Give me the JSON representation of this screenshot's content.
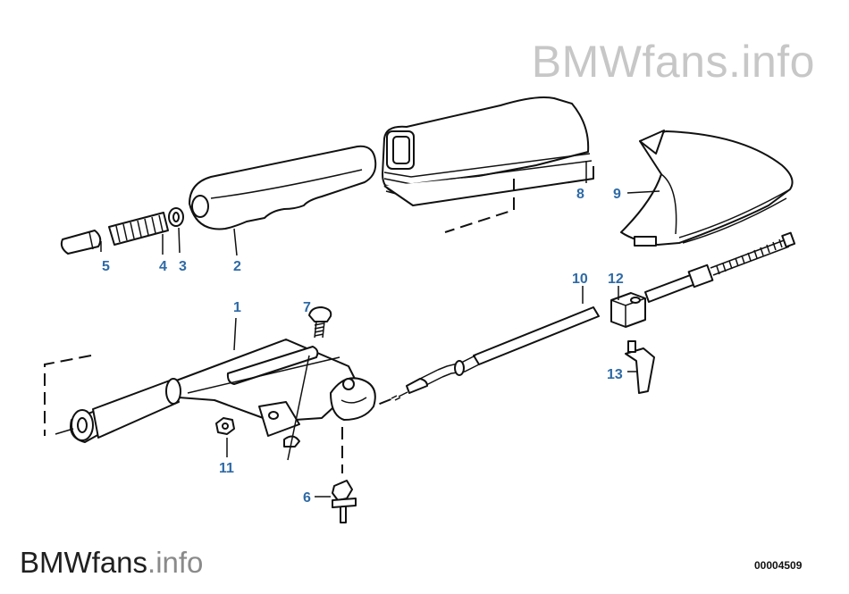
{
  "watermarks": {
    "top": "BMWfans.info",
    "bottom_brand": "BMWfans",
    "bottom_suffix": ".info"
  },
  "diagram_id": "00004509",
  "callouts": [
    "1",
    "2",
    "3",
    "4",
    "5",
    "6",
    "7",
    "8",
    "9",
    "10",
    "11",
    "12",
    "13"
  ],
  "colors": {
    "callout": "#2e6aa6",
    "watermark_top": "#c7c7c7",
    "line": "#111111"
  }
}
